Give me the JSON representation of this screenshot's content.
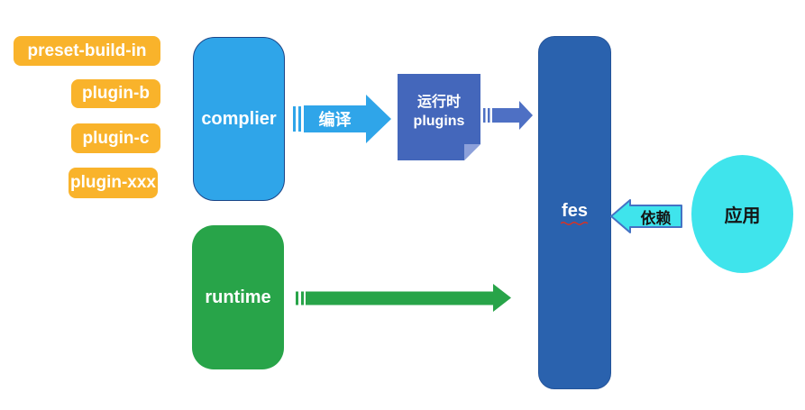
{
  "diagram": {
    "plugin_chips": [
      {
        "label": "preset-build-in"
      },
      {
        "label": "plugin-b"
      },
      {
        "label": "plugin-c"
      },
      {
        "label": "plugin-xxx"
      }
    ],
    "compiler_box": {
      "label": "complier"
    },
    "compile_arrow": {
      "label": "编译"
    },
    "runtime_plugins_note": {
      "line1": "运行时",
      "line2": "plugins"
    },
    "fes_box": {
      "label": "fes"
    },
    "runtime_box": {
      "label": "runtime"
    },
    "depend_arrow": {
      "label": "依赖"
    },
    "app_ellipse": {
      "label": "应用"
    },
    "colors": {
      "chip_orange": "#F9B32B",
      "compiler_blue": "#2FA5E9",
      "compiler_border": "#1C4587",
      "note_blue": "#4467BB",
      "note_fold": "#8CA0DA",
      "connector_blue": "#4E70C4",
      "fes_blue": "#2A62AE",
      "runtime_green": "#28A449",
      "app_cyan": "#3FE4EC",
      "depend_border": "#4472C4",
      "spellcheck_red": "#E0301E"
    }
  }
}
